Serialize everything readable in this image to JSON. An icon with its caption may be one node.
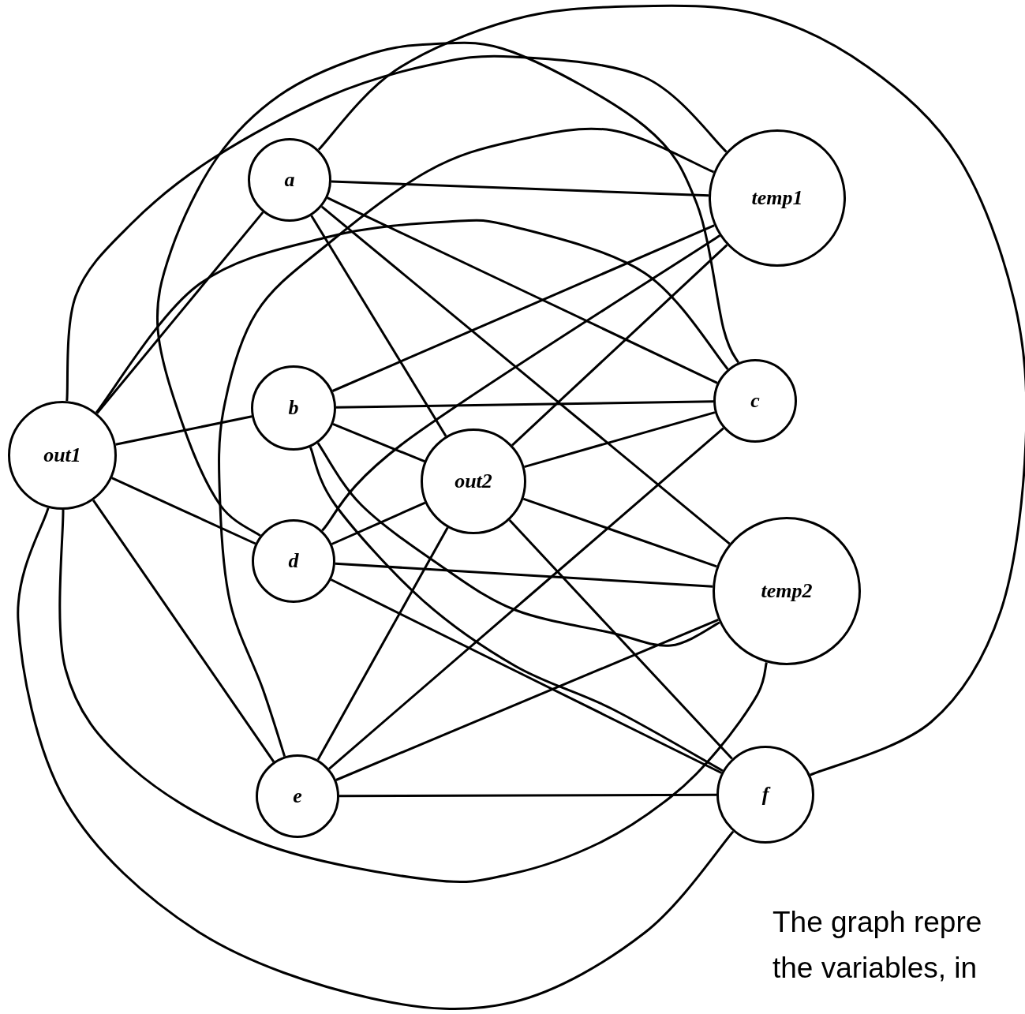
{
  "diagram": {
    "nodes": [
      {
        "text": [
          "a"
        ]
      },
      {
        "text": [
          "temp1"
        ]
      },
      {
        "text": [
          "b"
        ]
      },
      {
        "text": [
          "c"
        ]
      },
      {
        "text": [
          "out1"
        ]
      },
      {
        "text": [
          "out2"
        ]
      },
      {
        "text": [
          "d"
        ]
      },
      {
        "text": [
          "temp2"
        ]
      },
      {
        "text": [
          "e"
        ]
      },
      {
        "text": [
          "f"
        ]
      }
    ],
    "edges": [
      {
        "from": 0,
        "to": 1,
        "arrow": "none"
      },
      {
        "from": 0,
        "to": 4,
        "arrow": "none"
      },
      {
        "from": 0,
        "to": 3,
        "arrow": "none"
      },
      {
        "from": 0,
        "to": 7,
        "arrow": "none"
      },
      {
        "from": 0,
        "to": 5,
        "arrow": "none"
      },
      {
        "from": 0,
        "to": 9,
        "arrow": "none"
      },
      {
        "from": 2,
        "to": 1,
        "arrow": "none"
      },
      {
        "from": 2,
        "to": 3,
        "arrow": "none"
      },
      {
        "from": 2,
        "to": 5,
        "arrow": "none"
      },
      {
        "from": 2,
        "to": 7,
        "arrow": "none"
      },
      {
        "from": 2,
        "to": 9,
        "arrow": "none"
      },
      {
        "from": 4,
        "to": 2,
        "arrow": "none"
      },
      {
        "from": 4,
        "to": 6,
        "arrow": "none"
      },
      {
        "from": 4,
        "to": 8,
        "arrow": "none"
      },
      {
        "from": 4,
        "to": 1,
        "arrow": "none"
      },
      {
        "from": 4,
        "to": 3,
        "arrow": "none"
      },
      {
        "from": 4,
        "to": 7,
        "arrow": "none"
      },
      {
        "from": 4,
        "to": 9,
        "arrow": "none"
      },
      {
        "from": 5,
        "to": 1,
        "arrow": "none"
      },
      {
        "from": 5,
        "to": 3,
        "arrow": "none"
      },
      {
        "from": 5,
        "to": 7,
        "arrow": "none"
      },
      {
        "from": 5,
        "to": 9,
        "arrow": "none"
      },
      {
        "from": 6,
        "to": 1,
        "arrow": "none"
      },
      {
        "from": 6,
        "to": 5,
        "arrow": "none"
      },
      {
        "from": 6,
        "to": 7,
        "arrow": "none"
      },
      {
        "from": 6,
        "to": 9,
        "arrow": "none"
      },
      {
        "from": 6,
        "to": 3,
        "arrow": "none"
      },
      {
        "from": 8,
        "to": 5,
        "arrow": "none"
      },
      {
        "from": 8,
        "to": 3,
        "arrow": "none"
      },
      {
        "from": 8,
        "to": 7,
        "arrow": "none"
      },
      {
        "from": 8,
        "to": 9,
        "arrow": "none"
      },
      {
        "from": 8,
        "to": 1,
        "arrow": "none"
      }
    ],
    "labels": [
      "The graph repre the variables, in"
    ]
  }
}
